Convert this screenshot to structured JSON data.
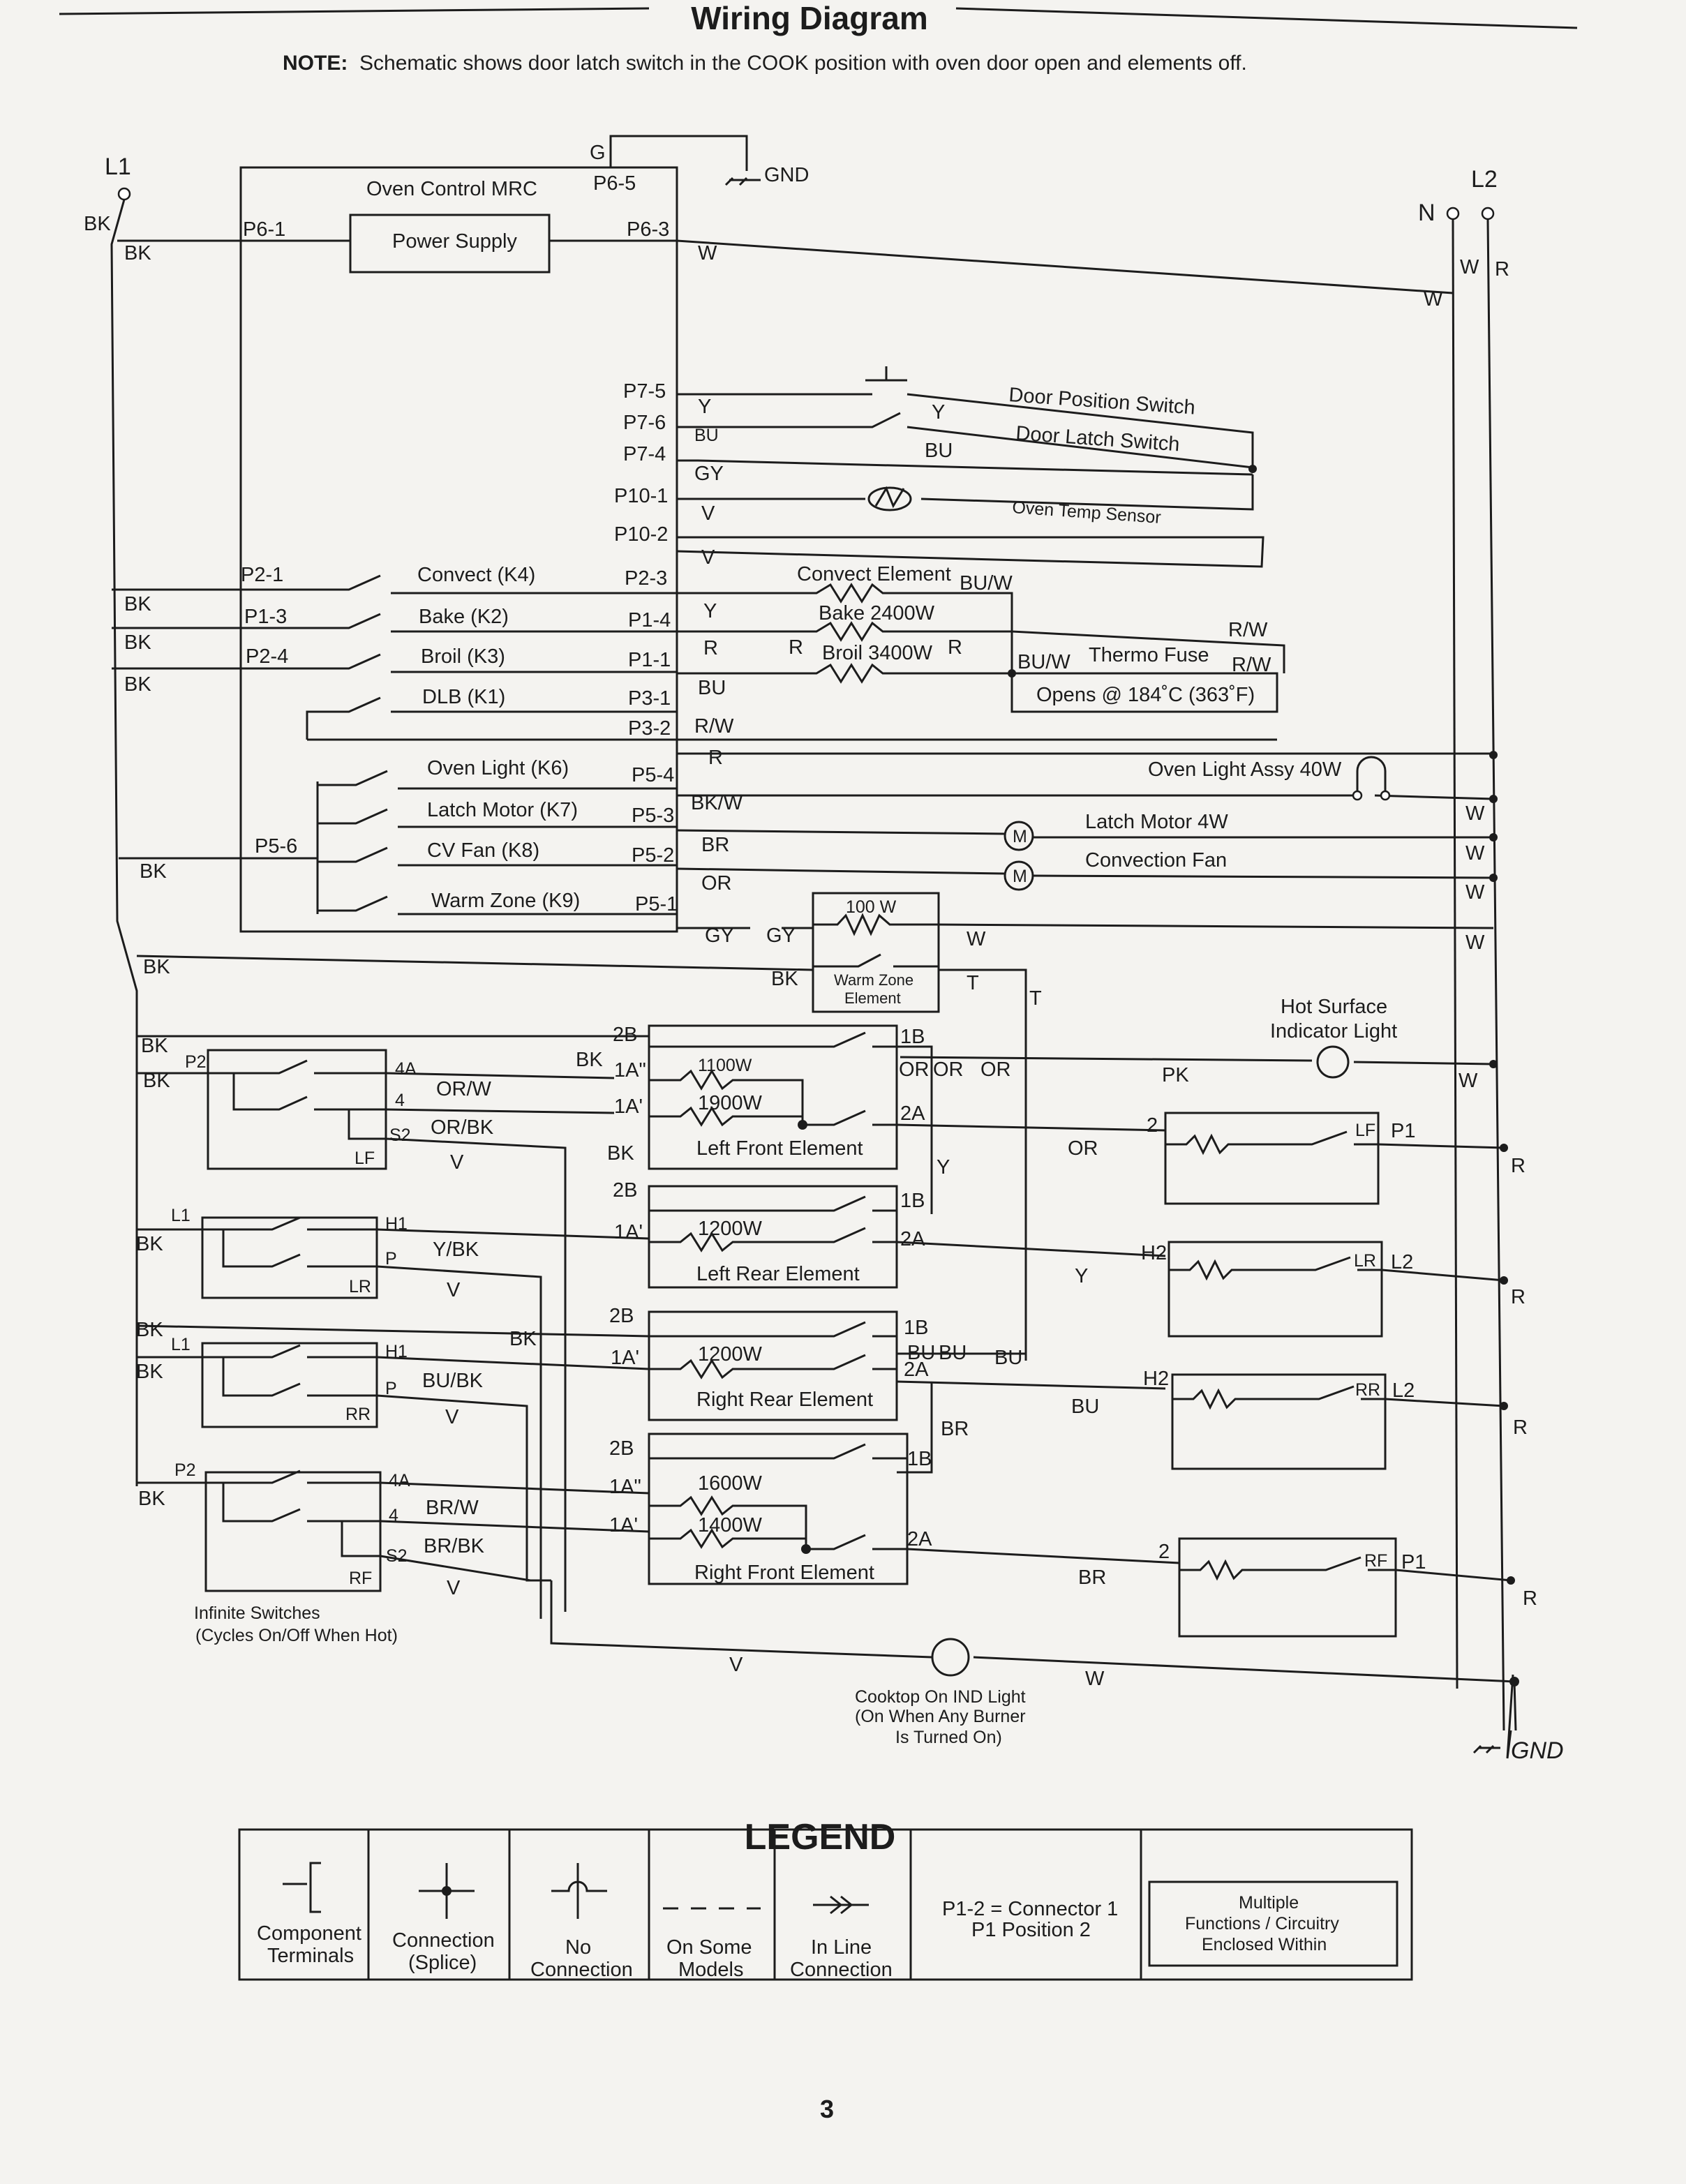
{
  "title": "Wiring Diagram",
  "note": {
    "prefix": "NOTE:",
    "text": "Schematic shows door latch switch in the COOK position with oven door open and elements off."
  },
  "power": {
    "l1": "L1",
    "l2": "L2",
    "n": "N",
    "g": "G",
    "gnd": "GND"
  },
  "oven_control": {
    "title": "Oven Control MRC",
    "power_supply": "Power Supply",
    "pins": {
      "p6_5": "P6-5",
      "p6_1": "P6-1",
      "p6_3": "P6-3",
      "p7_5": "P7-5",
      "p7_6": "P7-6",
      "p7_4": "P7-4",
      "p10_1": "P10-1",
      "p10_2": "P10-2",
      "p2_1": "P2-1",
      "p2_3": "P2-3",
      "p1_3": "P1-3",
      "p1_4": "P1-4",
      "p2_4": "P2-4",
      "p1_1": "P1-1",
      "p3_1": "P3-1",
      "p3_2": "P3-2",
      "p5_4": "P5-4",
      "p5_3": "P5-3",
      "p5_6": "P5-6",
      "p5_2": "P5-2",
      "p5_1": "P5-1"
    },
    "relays": {
      "convect": "Convect (K4)",
      "bake": "Bake (K2)",
      "broil": "Broil (K3)",
      "dlb": "DLB (K1)",
      "oven_light": "Oven Light (K6)",
      "latch_motor": "Latch Motor (K7)",
      "cv_fan": "CV Fan (K8)",
      "warm_zone": "Warm Zone (K9)"
    }
  },
  "components": {
    "door_position_switch": "Door Position Switch",
    "door_latch_switch": "Door Latch Switch",
    "oven_temp_sensor": "Oven Temp Sensor",
    "convect_element": "Convect Element",
    "bake_element": "Bake 2400W",
    "broil_element": "Broil 3400W",
    "thermo_fuse": "Thermo Fuse",
    "thermo_fuse_opens": "Opens @ 184˚C (363˚F)",
    "oven_light_assy": "Oven Light Assy 40W",
    "latch_motor": "Latch Motor 4W",
    "convection_fan": "Convection Fan",
    "motor_symbol": "M",
    "warm_zone_watts": "100 W",
    "warm_zone_element": [
      "Warm Zone",
      "Element"
    ],
    "hot_surface_light": [
      "Hot Surface",
      "Indicator Light"
    ],
    "cooktop_light": [
      "Cooktop On IND Light",
      "(On When Any Burner",
      "Is Turned On)"
    ],
    "infinite_switches": [
      "Infinite Switches",
      "(Cycles On/Off When Hot)"
    ]
  },
  "burners": {
    "left_front": {
      "name": "Left Front Element",
      "w1": "1100W",
      "w2": "1900W",
      "code": "LF"
    },
    "left_rear": {
      "name": "Left Rear Element",
      "w1": "1200W",
      "code": "LR"
    },
    "right_rear": {
      "name": "Right Rear Element",
      "w1": "1200W",
      "code": "RR"
    },
    "right_front": {
      "name": "Right Front Element",
      "w1": "1600W",
      "w2": "1400W",
      "code": "RF"
    }
  },
  "terminals": {
    "t2b": "2B",
    "t1b": "1B",
    "t1a2": "1A\"",
    "t1a1": "1A'",
    "t2a": "2A",
    "p2": "P2",
    "t4a": "4A",
    "t4": "4",
    "s2": "S2",
    "h1": "H1",
    "p": "P",
    "l1": "L1",
    "h2": "H2",
    "two": "2",
    "p1": "P1",
    "l2": "L2",
    "lf": "LF",
    "lr": "LR",
    "rr": "RR",
    "rf": "RF"
  },
  "wire_colors": {
    "bk": "BK",
    "w": "W",
    "r": "R",
    "y": "Y",
    "bu": "BU",
    "gy": "GY",
    "v": "V",
    "buw": "BU/W",
    "rw": "R/W",
    "bkw": "BK/W",
    "br": "BR",
    "or": "OR",
    "t": "T",
    "pk": "PK",
    "orw": "OR/W",
    "orbk": "OR/BK",
    "ybk": "Y/BK",
    "bubk": "BU/BK",
    "brw": "BR/W",
    "brbk": "BR/BK"
  },
  "legend": {
    "title": "LEGEND",
    "items": [
      {
        "lines": [
          "Component",
          "Terminals"
        ]
      },
      {
        "lines": [
          "Connection",
          "(Splice)"
        ]
      },
      {
        "lines": [
          "No",
          "Connection"
        ]
      },
      {
        "lines": [
          "On Some",
          "Models"
        ]
      },
      {
        "lines": [
          "In Line",
          "Connection"
        ]
      },
      {
        "lines": [
          "P1-2 = Connector 1",
          "P1 Position 2"
        ]
      },
      {
        "lines": [
          "Multiple",
          "Functions / Circuitry",
          "Enclosed Within"
        ]
      }
    ]
  },
  "page_number": "3"
}
